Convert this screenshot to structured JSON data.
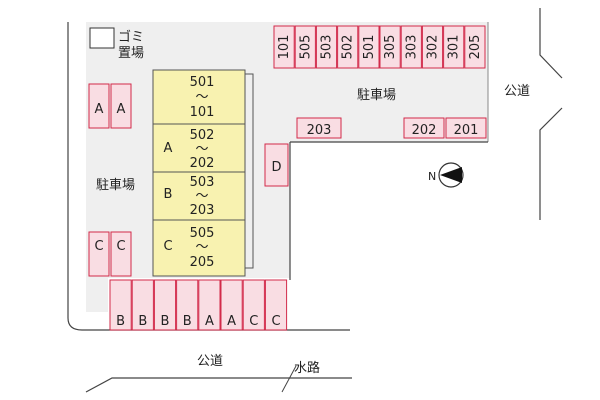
{
  "map": {
    "trash_area": [
      "ゴミ",
      "置場"
    ],
    "parking_label": "駐車場",
    "public_road": "公道",
    "waterway": "水路",
    "compass_letter": "N",
    "buildings": [
      {
        "wing": "",
        "top": "501",
        "tilde": "〜",
        "bottom": "101"
      },
      {
        "wing": "A",
        "top": "502",
        "tilde": "〜",
        "bottom": "202"
      },
      {
        "wing": "B",
        "top": "503",
        "tilde": "〜",
        "bottom": "203"
      },
      {
        "wing": "C",
        "top": "505",
        "tilde": "〜",
        "bottom": "205"
      }
    ],
    "top_row_spaces": [
      "101",
      "505",
      "503",
      "502",
      "501",
      "305",
      "303",
      "302",
      "301",
      "205"
    ],
    "right_row_spaces": [
      "203",
      "202",
      "201"
    ],
    "left_pair_top": [
      "A",
      "A"
    ],
    "left_pair_bottom": [
      "C",
      "C"
    ],
    "single_space": "D",
    "bottom_row_spaces": [
      "B",
      "B",
      "B",
      "B",
      "A",
      "A",
      "C",
      "C"
    ]
  },
  "colors": {
    "lot_fill": "#f9dde3",
    "lot_stroke": "#d22a4a",
    "building_fill": "#f8f2b0",
    "site_fill": "#efefef",
    "line": "#444444"
  }
}
